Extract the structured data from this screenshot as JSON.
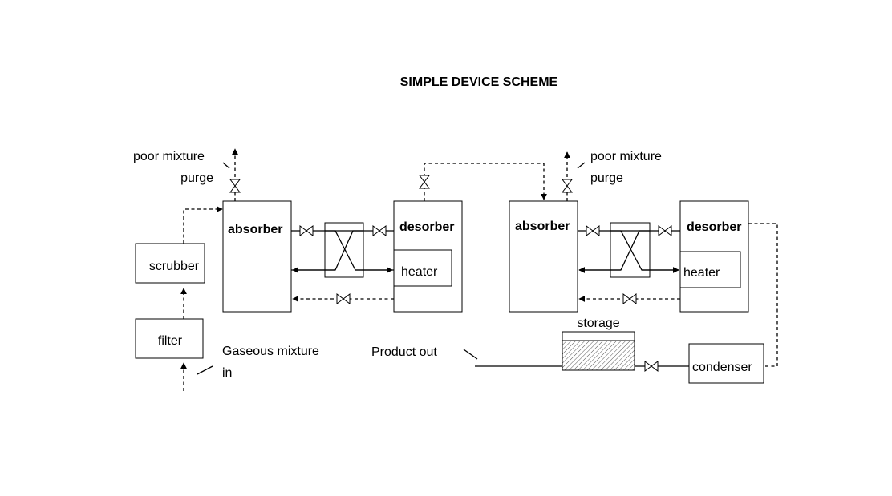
{
  "title": "SIMPLE DEVICE SCHEME",
  "labels": {
    "absorber": "absorber",
    "desorber": "desorber",
    "heater": "heater",
    "scrubber": "scrubber",
    "filter": "filter",
    "storage": "storage",
    "condenser": "condenser",
    "product_out": "Product out",
    "poor_mixture": "poor mixture",
    "purge": "purge",
    "gaseous_mixture": "Gaseous mixture",
    "in": "in"
  }
}
